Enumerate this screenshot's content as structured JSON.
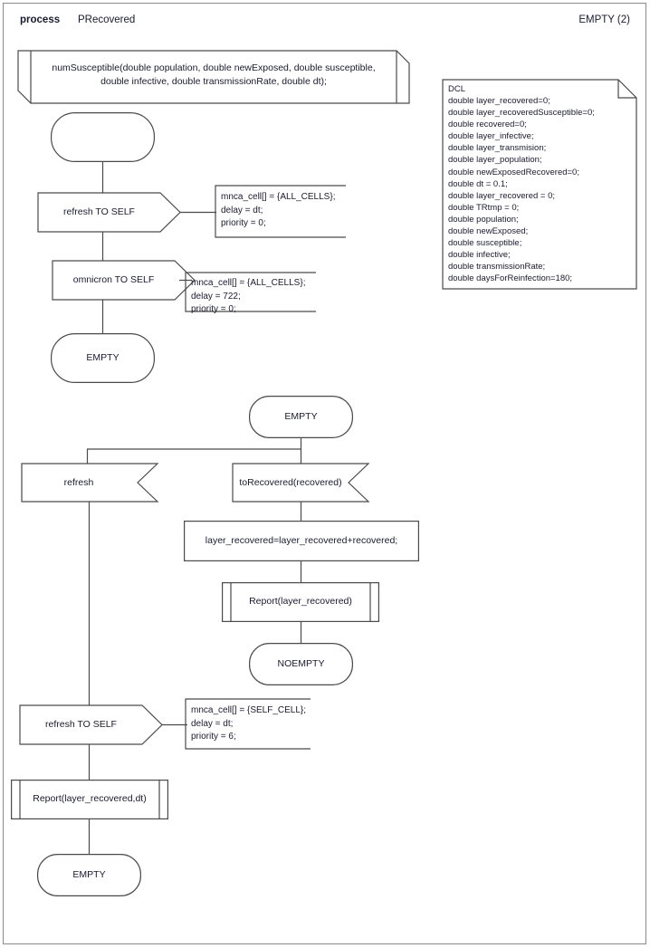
{
  "header": {
    "keyword": "process",
    "process_name": "PRecovered",
    "page_label": "EMPTY (2)"
  },
  "procedure_declaration": {
    "line1": "numSusceptible(double population, double newExposed, double susceptible,",
    "line2": "double infective, double transmissionRate, double dt);"
  },
  "dcl_box": {
    "title": "DCL",
    "declarations": "double layer_recovered=0;\ndouble layer_recoveredSusceptible=0;\ndouble recovered=0;\ndouble layer_infective;\ndouble layer_transmision;\ndouble layer_population;\ndouble newExposedRecovered=0;\ndouble dt = 0.1;\ndouble layer_recovered = 0;\ndouble TRtmp = 0;\ndouble population;\ndouble newExposed;\ndouble susceptible;\ndouble infective;\ndouble transmissionRate;\ndouble daysForReinfection=180;"
  },
  "flow": {
    "start_state": "",
    "output_refresh_to_self_1": "refresh TO SELF",
    "comment_refresh_1": "mnca_cell[] = {ALL_CELLS};\ndelay = dt;\npriority = 0;",
    "output_omnicron_to_self": "omnicron TO SELF",
    "comment_omnicron": "mnca_cell[] = {ALL_CELLS};\ndelay = 722;\npriority = 0;",
    "state_empty_1": "EMPTY",
    "state_empty_2": "EMPTY",
    "input_refresh": "refresh",
    "input_to_recovered": "toRecovered(recovered)",
    "task_layer_recovered": "layer_recovered=layer_recovered+recovered;",
    "call_report_layer_recovered": "Report(layer_recovered)",
    "state_noempty": "NOEMPTY",
    "output_refresh_to_self_2": "refresh TO SELF",
    "comment_refresh_2": "mnca_cell[] = {SELF_CELL};\ndelay = dt;\npriority = 6;",
    "call_report_layer_recovered_dt": "Report(layer_recovered,dt)",
    "state_empty_3": "EMPTY"
  },
  "colors": {
    "stroke": "#4a4a4a",
    "text": "#1a1a2e",
    "background": "#ffffff",
    "border": "#8a8a8a"
  }
}
